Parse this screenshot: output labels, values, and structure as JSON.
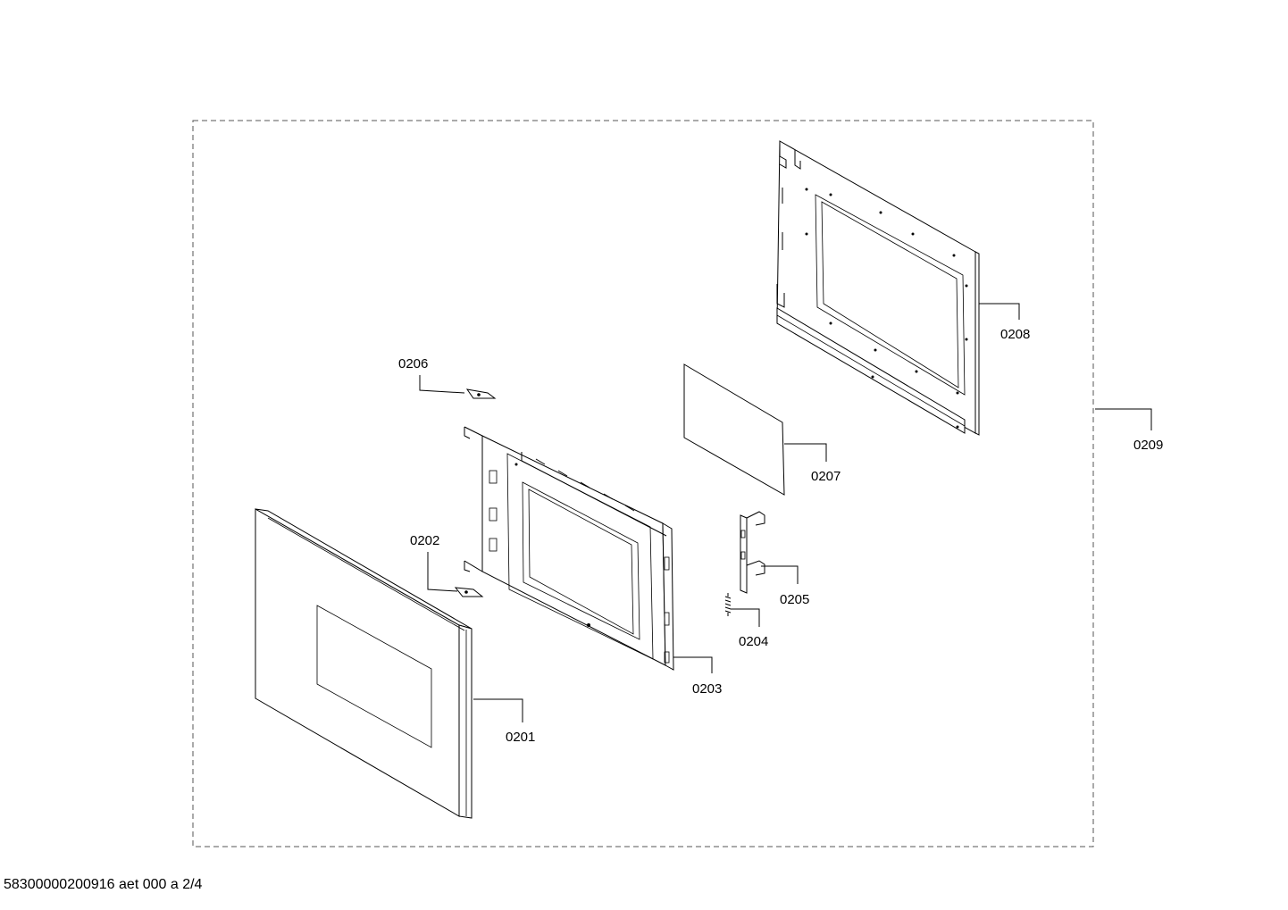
{
  "parts": [
    {
      "id": "0201"
    },
    {
      "id": "0202"
    },
    {
      "id": "0203"
    },
    {
      "id": "0204"
    },
    {
      "id": "0205"
    },
    {
      "id": "0206"
    },
    {
      "id": "0207"
    },
    {
      "id": "0208"
    },
    {
      "id": "0209"
    }
  ],
  "footer_text": "58300000200916 aet 000 a 2/4"
}
